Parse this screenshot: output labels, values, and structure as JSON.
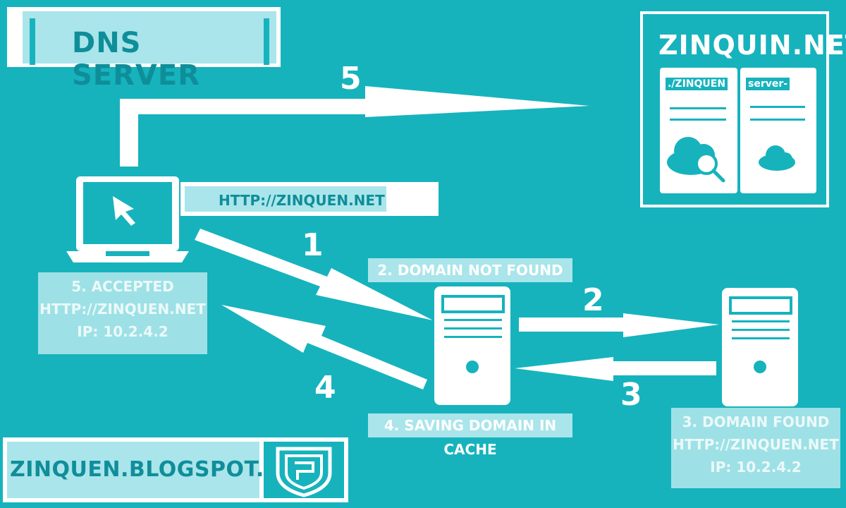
{
  "title": "DNS SERVER",
  "website": {
    "name": "ZINQUIN.NET",
    "panel_left_label": "./ZINQUEN",
    "panel_right_label": "server-"
  },
  "search_bar": {
    "url": "HTTP://ZINQUEN.NET"
  },
  "steps": {
    "s1": "1",
    "s2": "2",
    "s3": "3",
    "s4": "4",
    "s5": "5"
  },
  "captions": {
    "domain_not_found": "2. DOMAIN NOT FOUND",
    "saving_cache": "4. SAVING DOMAIN IN CACHE"
  },
  "accepted_box": {
    "line1": "5. ACCEPTED",
    "line2": "HTTP://ZINQUEN.NET",
    "line3": "IP: 10.2.4.2"
  },
  "found_box": {
    "line1": "3. DOMAIN FOUND",
    "line2": "HTTP://ZINQUEN.NET",
    "line3": "IP: 10.2.4.2"
  },
  "footer": {
    "blog": "ZINQUEN.BLOGSPOT.COM"
  },
  "colors": {
    "background": "#16b3bd",
    "light": "#a9e5ea",
    "dark_text": "#0f8e9a",
    "white": "#ffffff"
  }
}
